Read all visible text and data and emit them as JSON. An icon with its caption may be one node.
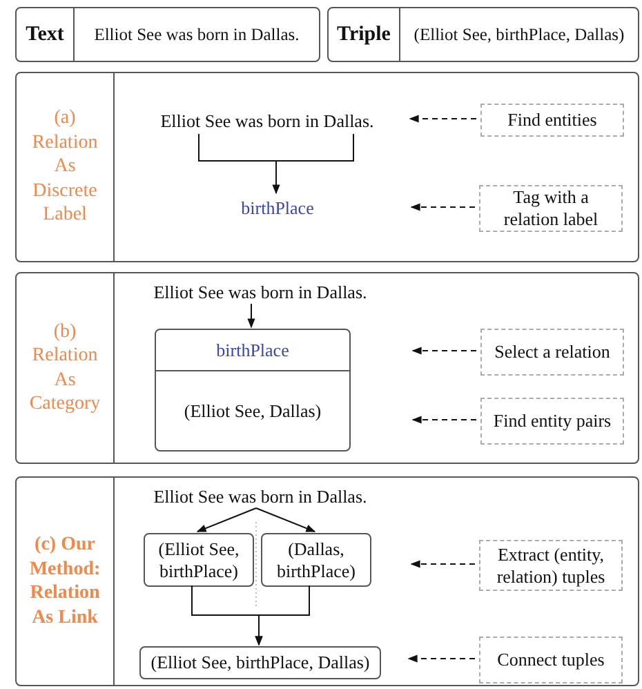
{
  "diagram": {
    "nodes": [
      {
        "text": [
          "Text",
          "Elliot See was born in Dallas."
        ]
      },
      {
        "text": [
          "Triple",
          "(Elliot See, birthPlace, Dallas)"
        ]
      },
      {
        "text": [
          "(a) Relation As Discrete Label"
        ]
      },
      {
        "text": [
          "Elliot See was born in Dallas."
        ],
        "in": 2
      },
      {
        "text": [
          "birthPlace"
        ],
        "in": 2
      },
      {
        "text": [
          "Find entities"
        ],
        "in": 2
      },
      {
        "text": [
          "Tag with a relation label"
        ],
        "in": 2
      },
      {
        "text": [
          "(b) Relation As Category"
        ]
      },
      {
        "text": [
          "Elliot See was born in Dallas."
        ],
        "in": 7
      },
      {
        "text": [
          "birthPlace",
          "(Elliot See, Dallas)"
        ],
        "in": 7
      },
      {
        "text": [
          "Select a relation"
        ],
        "in": 7
      },
      {
        "text": [
          "Find entity pairs"
        ],
        "in": 7
      },
      {
        "text": [
          "(c) Our Method: Relation As Link"
        ]
      },
      {
        "text": [
          "Elliot See was born in Dallas."
        ],
        "in": 12
      },
      {
        "text": [
          "(Elliot See, birthPlace)"
        ],
        "in": 12
      },
      {
        "text": [
          "(Dallas, birthPlace)"
        ],
        "in": 12
      },
      {
        "text": [
          "(Elliot See, birthPlace, Dallas)"
        ],
        "in": 12
      },
      {
        "text": [
          "Extract (entity, relation) tuples"
        ],
        "in": 12
      },
      {
        "text": [
          "Connect tuples"
        ],
        "in": 12
      }
    ],
    "edges": [
      {
        "from": 3,
        "to": 4,
        "arrow": "to"
      },
      {
        "from": 5,
        "to": 3,
        "arrow": "to",
        "style": "dashed"
      },
      {
        "from": 6,
        "to": null,
        "arrow": "to",
        "style": "dashed"
      },
      {
        "from": 8,
        "to": 9,
        "arrow": "to"
      },
      {
        "from": 10,
        "to": null,
        "arrow": "to",
        "style": "dashed"
      },
      {
        "from": 11,
        "to": null,
        "arrow": "to",
        "style": "dashed"
      },
      {
        "from": 13,
        "to": 14,
        "arrow": "to"
      },
      {
        "from": 13,
        "to": 15,
        "arrow": "to"
      },
      {
        "from": 14,
        "to": 16,
        "arrow": "to"
      },
      {
        "from": 15,
        "to": 16,
        "arrow": "to"
      },
      {
        "from": 17,
        "to": null,
        "arrow": "to",
        "style": "dashed"
      },
      {
        "from": 18,
        "to": 16,
        "arrow": "to",
        "style": "dashed"
      }
    ]
  }
}
